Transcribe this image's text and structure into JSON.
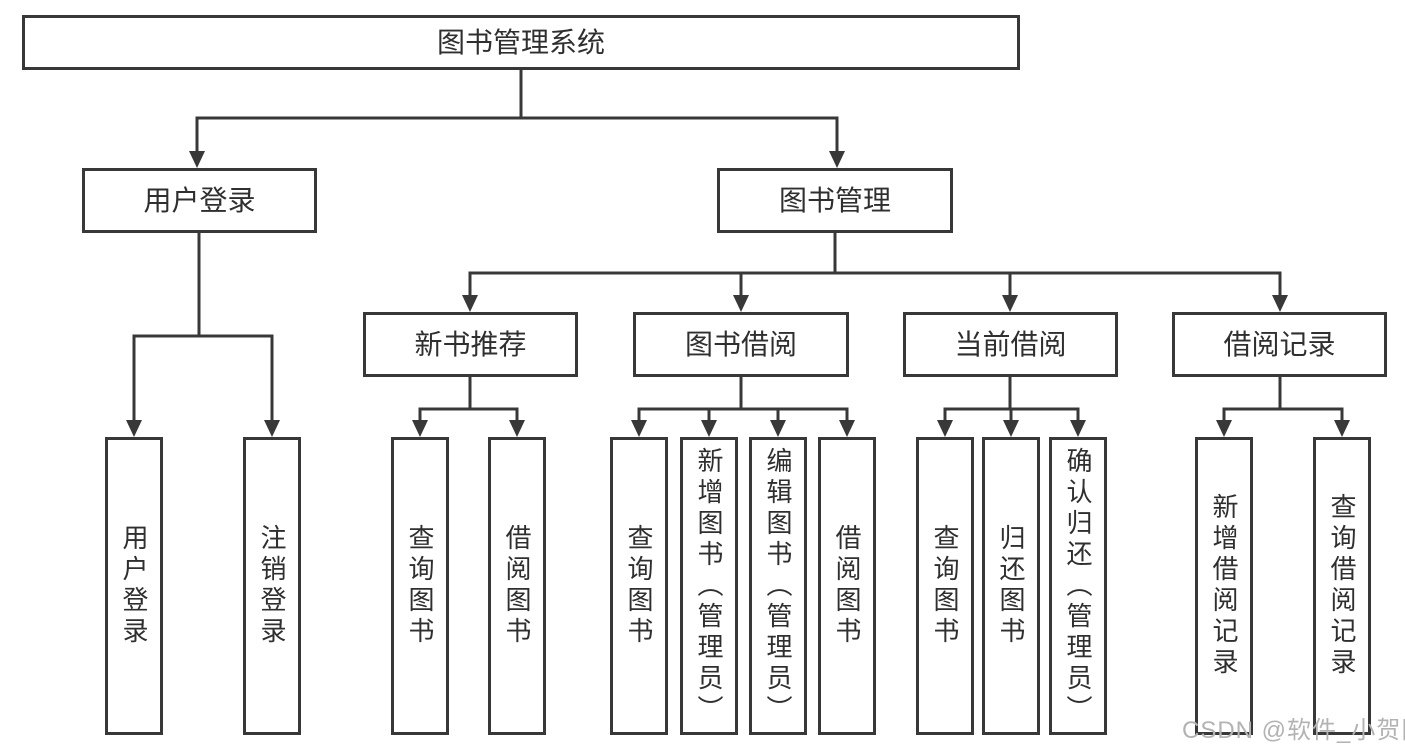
{
  "diagram": {
    "title_hint": "library management system feature tree",
    "root": {
      "label": "图书管理系统"
    },
    "level2": [
      {
        "label": "用户登录"
      },
      {
        "label": "图书管理"
      }
    ],
    "level3": [
      {
        "label": "新书推荐"
      },
      {
        "label": "图书借阅"
      },
      {
        "label": "当前借阅"
      },
      {
        "label": "借阅记录"
      }
    ],
    "leaves": {
      "user_login": [
        "用户登录",
        "注销登录"
      ],
      "new_book_recommend": [
        "查询图书",
        "借阅图书"
      ],
      "book_borrowing": [
        "查询图书",
        "新增图书（管理员）",
        "编辑图书（管理员）",
        "借阅图书"
      ],
      "current_borrowing": [
        "查询图书",
        "归还图书",
        "确认归还（管理员）"
      ],
      "borrowing_records": [
        "新增借阅记录",
        "查询借阅记录"
      ]
    }
  },
  "watermark": {
    "text": "CSDN @软件_小贺同学"
  },
  "colors": {
    "line": "#383838",
    "box_border": "#383838",
    "text": "#2f2f2f",
    "background": "#ffffff",
    "watermark": "#b3b3b3"
  }
}
